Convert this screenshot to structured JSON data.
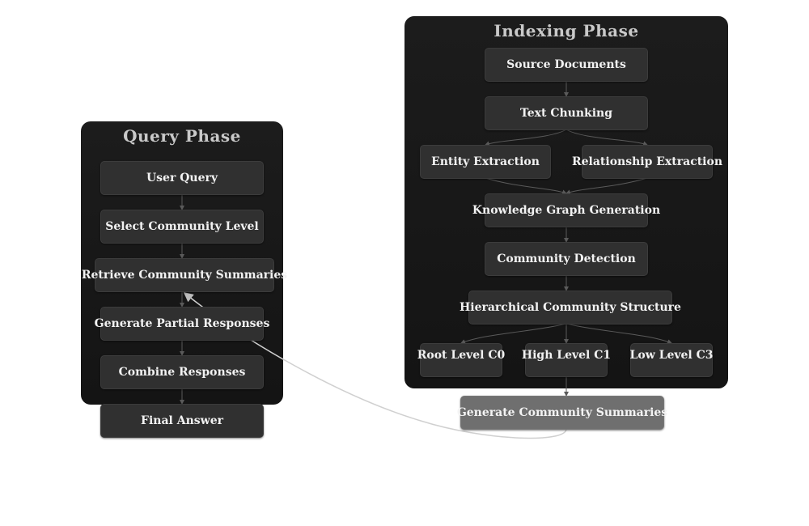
{
  "query_phase": {
    "title": "Query Phase",
    "nodes": {
      "user_query": "User Query",
      "select_level": "Select Community Level",
      "retrieve": "Retrieve Community Summaries",
      "partial": "Generate Partial Responses",
      "combine": "Combine Responses"
    }
  },
  "final_answer": "Final Answer",
  "indexing_phase": {
    "title": "Indexing Phase",
    "nodes": {
      "source": "Source Documents",
      "chunking": "Text Chunking",
      "entity": "Entity Extraction",
      "relationship": "Relationship Extraction",
      "kg": "Knowledge Graph Generation",
      "detection": "Community Detection",
      "hierarchy": "Hierarchical Community Structure",
      "root": "Root Level C0",
      "high": "High Level C1",
      "low": "Low Level C3"
    }
  },
  "generate_summaries": "Generate Community Summaries",
  "colors": {
    "cluster_bg": "#1c1c1c",
    "node_bg": "#303030",
    "summary_node_bg": "#6f6f6f",
    "edge": "#5a5a5a",
    "cross_edge": "#d0d0d0"
  }
}
